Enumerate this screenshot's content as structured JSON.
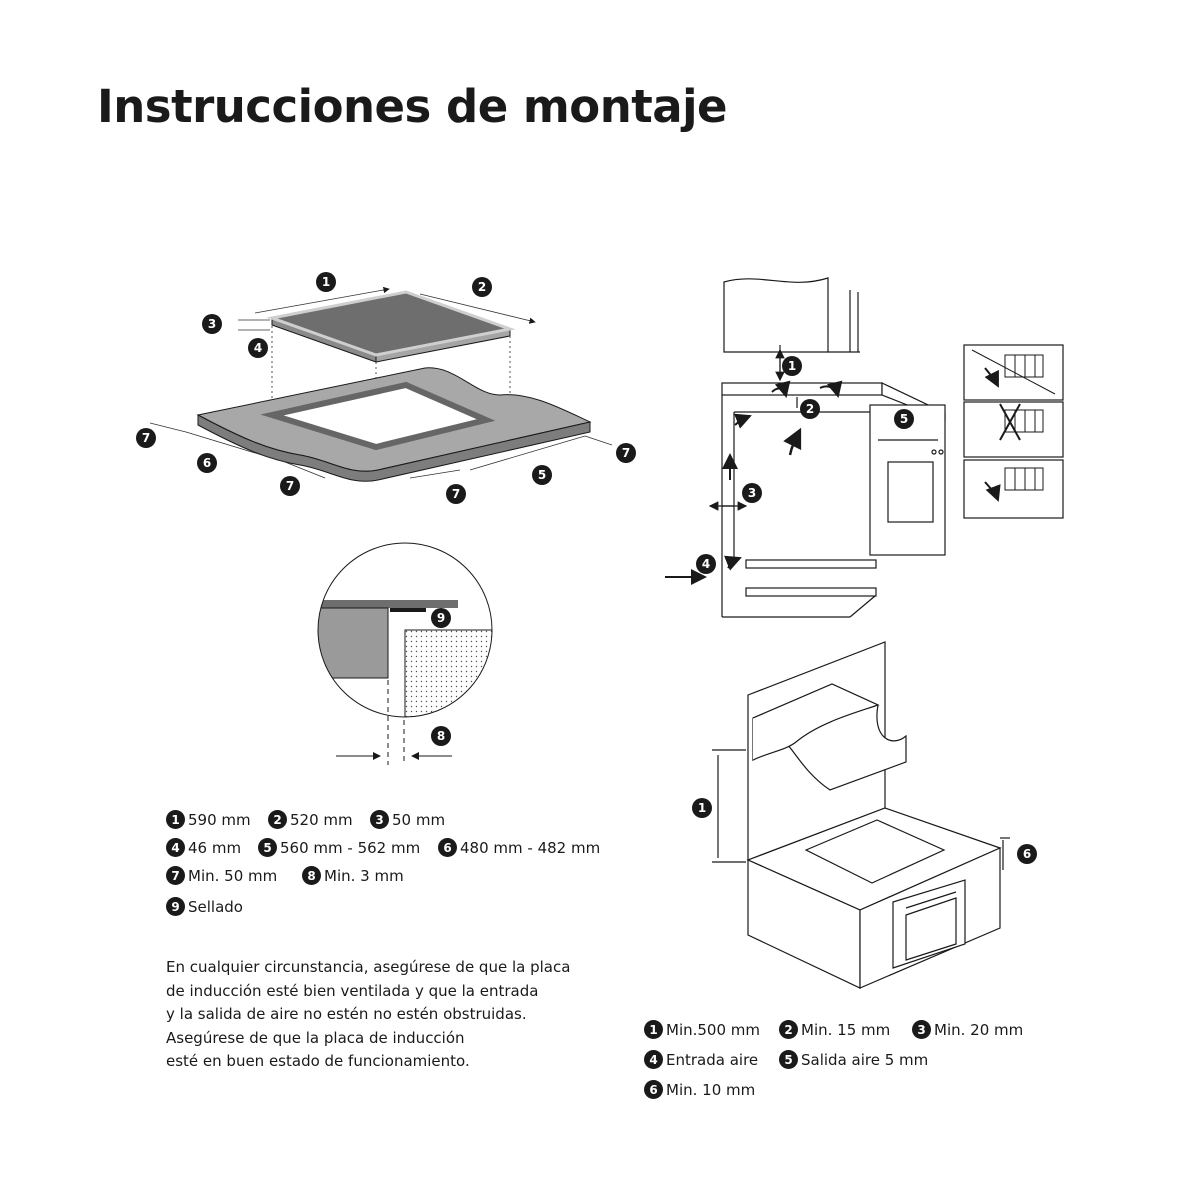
{
  "title": "Instrucciones de montaje",
  "legend_left": [
    {
      "num": "1",
      "text": "590 mm"
    },
    {
      "num": "2",
      "text": "520 mm"
    },
    {
      "num": "3",
      "text": "50 mm"
    },
    {
      "num": "4",
      "text": "46 mm"
    },
    {
      "num": "5",
      "text": "560 mm - 562 mm"
    },
    {
      "num": "6",
      "text": "480 mm - 482 mm"
    },
    {
      "num": "7",
      "text": "Min. 50 mm"
    },
    {
      "num": "8",
      "text": "Min. 3 mm"
    },
    {
      "num": "9",
      "text": "Sellado"
    }
  ],
  "legend_right": [
    {
      "num": "1",
      "text": "Min.500 mm"
    },
    {
      "num": "2",
      "text": "Min. 15 mm"
    },
    {
      "num": "3",
      "text": "Min. 20 mm"
    },
    {
      "num": "4",
      "text": "Entrada aire"
    },
    {
      "num": "5",
      "text": "Salida aire 5 mm"
    },
    {
      "num": "6",
      "text": "Min. 10 mm"
    }
  ],
  "note": "En cualquier circunstancia, asegúrese de que la placa\nde inducción esté bien ventilada y que la entrada\ny la salida de aire no estén no estén obstruidas.\nAsegúrese de que la placa de inducción\nesté en buen estado de funcionamiento.",
  "colors": {
    "ink": "#1a1a1a",
    "cooktop": "#6e6e6e",
    "counter": "#9a9a9a",
    "panel_edge": "#bdbdbd"
  }
}
